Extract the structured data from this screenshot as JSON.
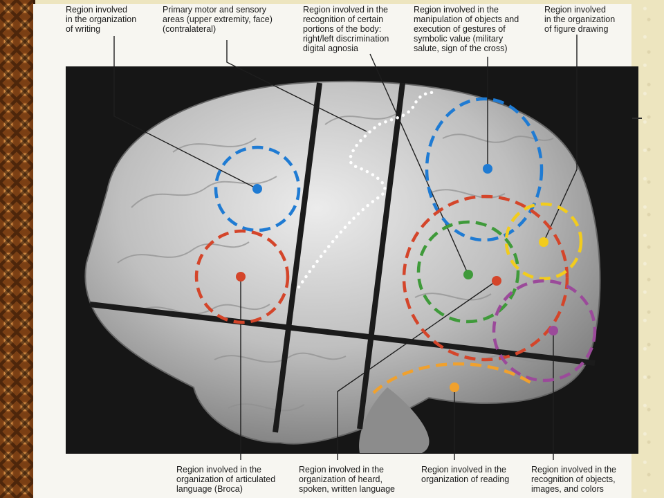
{
  "labels": {
    "writing": "Region involved\nin the organization\nof writing",
    "motor_sensory": "Primary motor and sensory\nareas (upper extremity, face)\n(contralateral)",
    "body_parts": "Region involved in the\nrecognition of certain\nportions of the body:\nright/left discrimination\ndigital agnosia",
    "gestures": "Region involved in the\nmanipulation of objects and\nexecution of gestures of\nsymbolic value (military\nsalute, sign of the cross)",
    "figure_drawing": "Region involved\nin the organization\nof figure drawing",
    "broca": "Region involved in the\norganization of articulated\nlanguage (Broca)",
    "heard_language": "Region involved in the\norganization of heard,\nspoken, written language",
    "reading": "Region involved in the\norganization of reading",
    "objects": "Region involved in the\nrecognition of objects,\nimages, and colors"
  },
  "colors": {
    "background": "#ede5bf",
    "blue": "#1f7bd3",
    "red": "#d4452a",
    "green": "#3f9a3a",
    "yellow": "#f2cc1d",
    "purple": "#9b4a9a",
    "orange": "#f0a12e",
    "white_dots": "#ffffff",
    "leader_lines": "#1e1e1e"
  }
}
